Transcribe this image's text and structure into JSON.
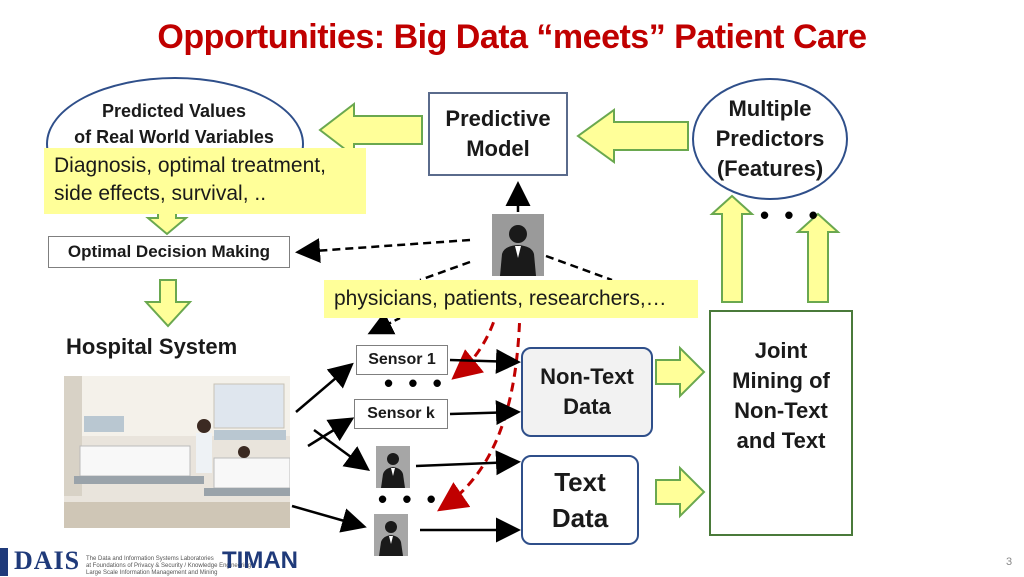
{
  "slide": {
    "title": "Opportunities: Big Data “meets” Patient Care",
    "page_number": "3"
  },
  "nodes": {
    "predicted_values": [
      "Predicted Values",
      "of Real World Variables"
    ],
    "predicted_note": [
      "Diagnosis, optimal treatment,",
      "side effects, survival, .."
    ],
    "predictive_model": [
      "Predictive",
      "Model"
    ],
    "predictors": [
      "Multiple",
      "Predictors",
      "(Features)"
    ],
    "optimal_decision": "Optimal Decision Making",
    "people_note": "physicians, patients, researchers,…",
    "hospital_system": "Hospital System",
    "sensor_1": "Sensor 1",
    "sensor_k": "Sensor k",
    "non_text_data": [
      "Non-Text",
      "Data"
    ],
    "text_data": [
      "Text",
      "Data"
    ],
    "joint_mining": [
      "Joint",
      "Mining of",
      "Non-Text",
      "and Text"
    ],
    "ellipsis": "• • •"
  },
  "footer": {
    "logo_dais": "DAIS",
    "logo_dais_caption": [
      "The Data and Information Systems Laboratories",
      "at Foundations of Privacy & Security / Knowledge Engineering",
      "Large Scale Information Management and Mining"
    ],
    "logo_timan": "TIMAN"
  },
  "colors": {
    "title": "#c00000",
    "arrow_fill": "#ffff99",
    "arrow_stroke": "#6aa84f",
    "note_fill": "#ffff99",
    "red_dashed": "#c00000"
  },
  "icons": [
    "person-icon",
    "hospital-photo"
  ]
}
